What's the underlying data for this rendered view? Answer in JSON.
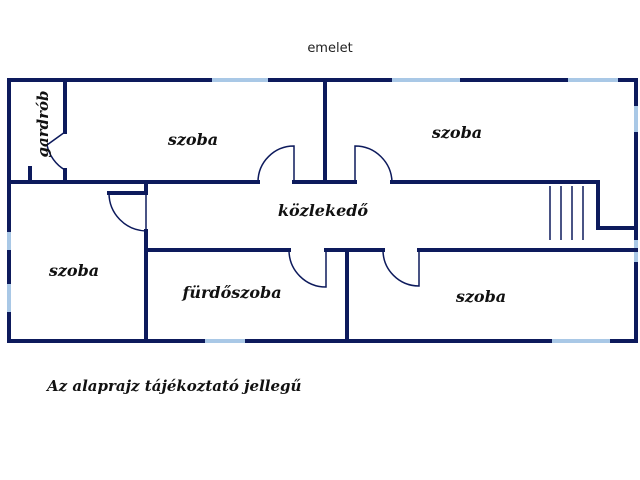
{
  "plan": {
    "floor_title": "emelet",
    "rooms": {
      "gardrob": "gardrób",
      "szoba_1": "szoba",
      "szoba_2": "szoba",
      "szoba_3": "szoba",
      "szoba_4": "szoba",
      "kozlekedo": "közlekedő",
      "furdoszoba": "fürdőszoba"
    },
    "wall_color": "#0d1a5c",
    "window_color": "#a9c8e6"
  },
  "footer": {
    "disclaimer": "Az alaprajz tájékoztató jellegű"
  }
}
